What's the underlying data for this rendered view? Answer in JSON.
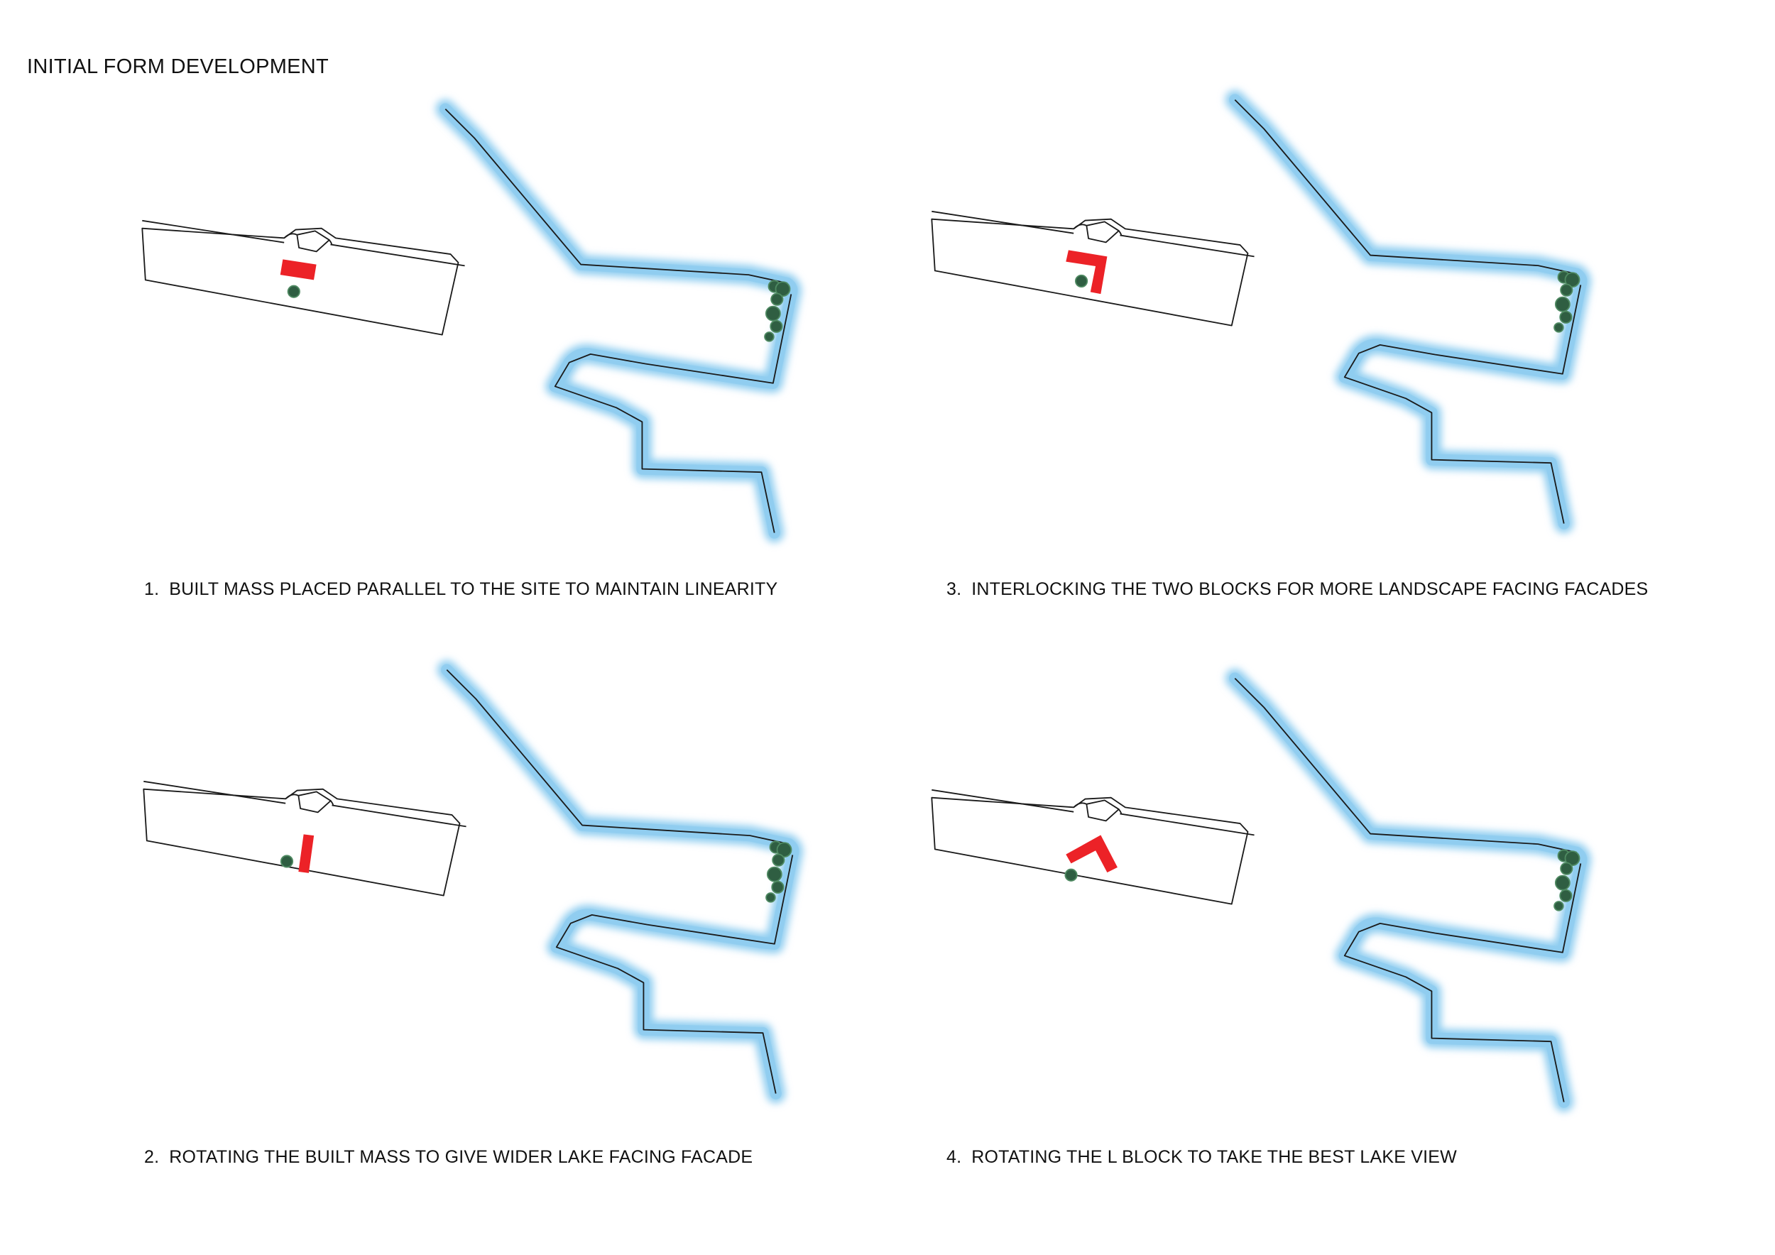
{
  "page": {
    "title": "INITIAL FORM DEVELOPMENT"
  },
  "colors": {
    "water": "#8fcdf0",
    "line": "#1a1a1a",
    "built_mass": "#ec2227",
    "tree": "#2f5e42",
    "tree_highlight": "#4f8a62"
  },
  "panels": [
    {
      "id": "p1",
      "number": "1.",
      "caption": "BUILT MASS PLACED PARALLEL TO THE SITE TO MAINTAIN LINEARITY",
      "mass": "bar-parallel"
    },
    {
      "id": "p2",
      "number": "2.",
      "caption": "ROTATING THE BUILT MASS TO GIVE WIDER LAKE FACING FACADE",
      "mass": "bar-rotated"
    },
    {
      "id": "p3",
      "number": "3.",
      "caption": "INTERLOCKING THE TWO BLOCKS FOR MORE LANDSCAPE FACING FACADES",
      "mass": "l-block"
    },
    {
      "id": "p4",
      "number": "4.",
      "caption": "ROTATING THE L BLOCK TO TAKE THE BEST LAKE VIEW",
      "mass": "l-block-rotated"
    }
  ]
}
